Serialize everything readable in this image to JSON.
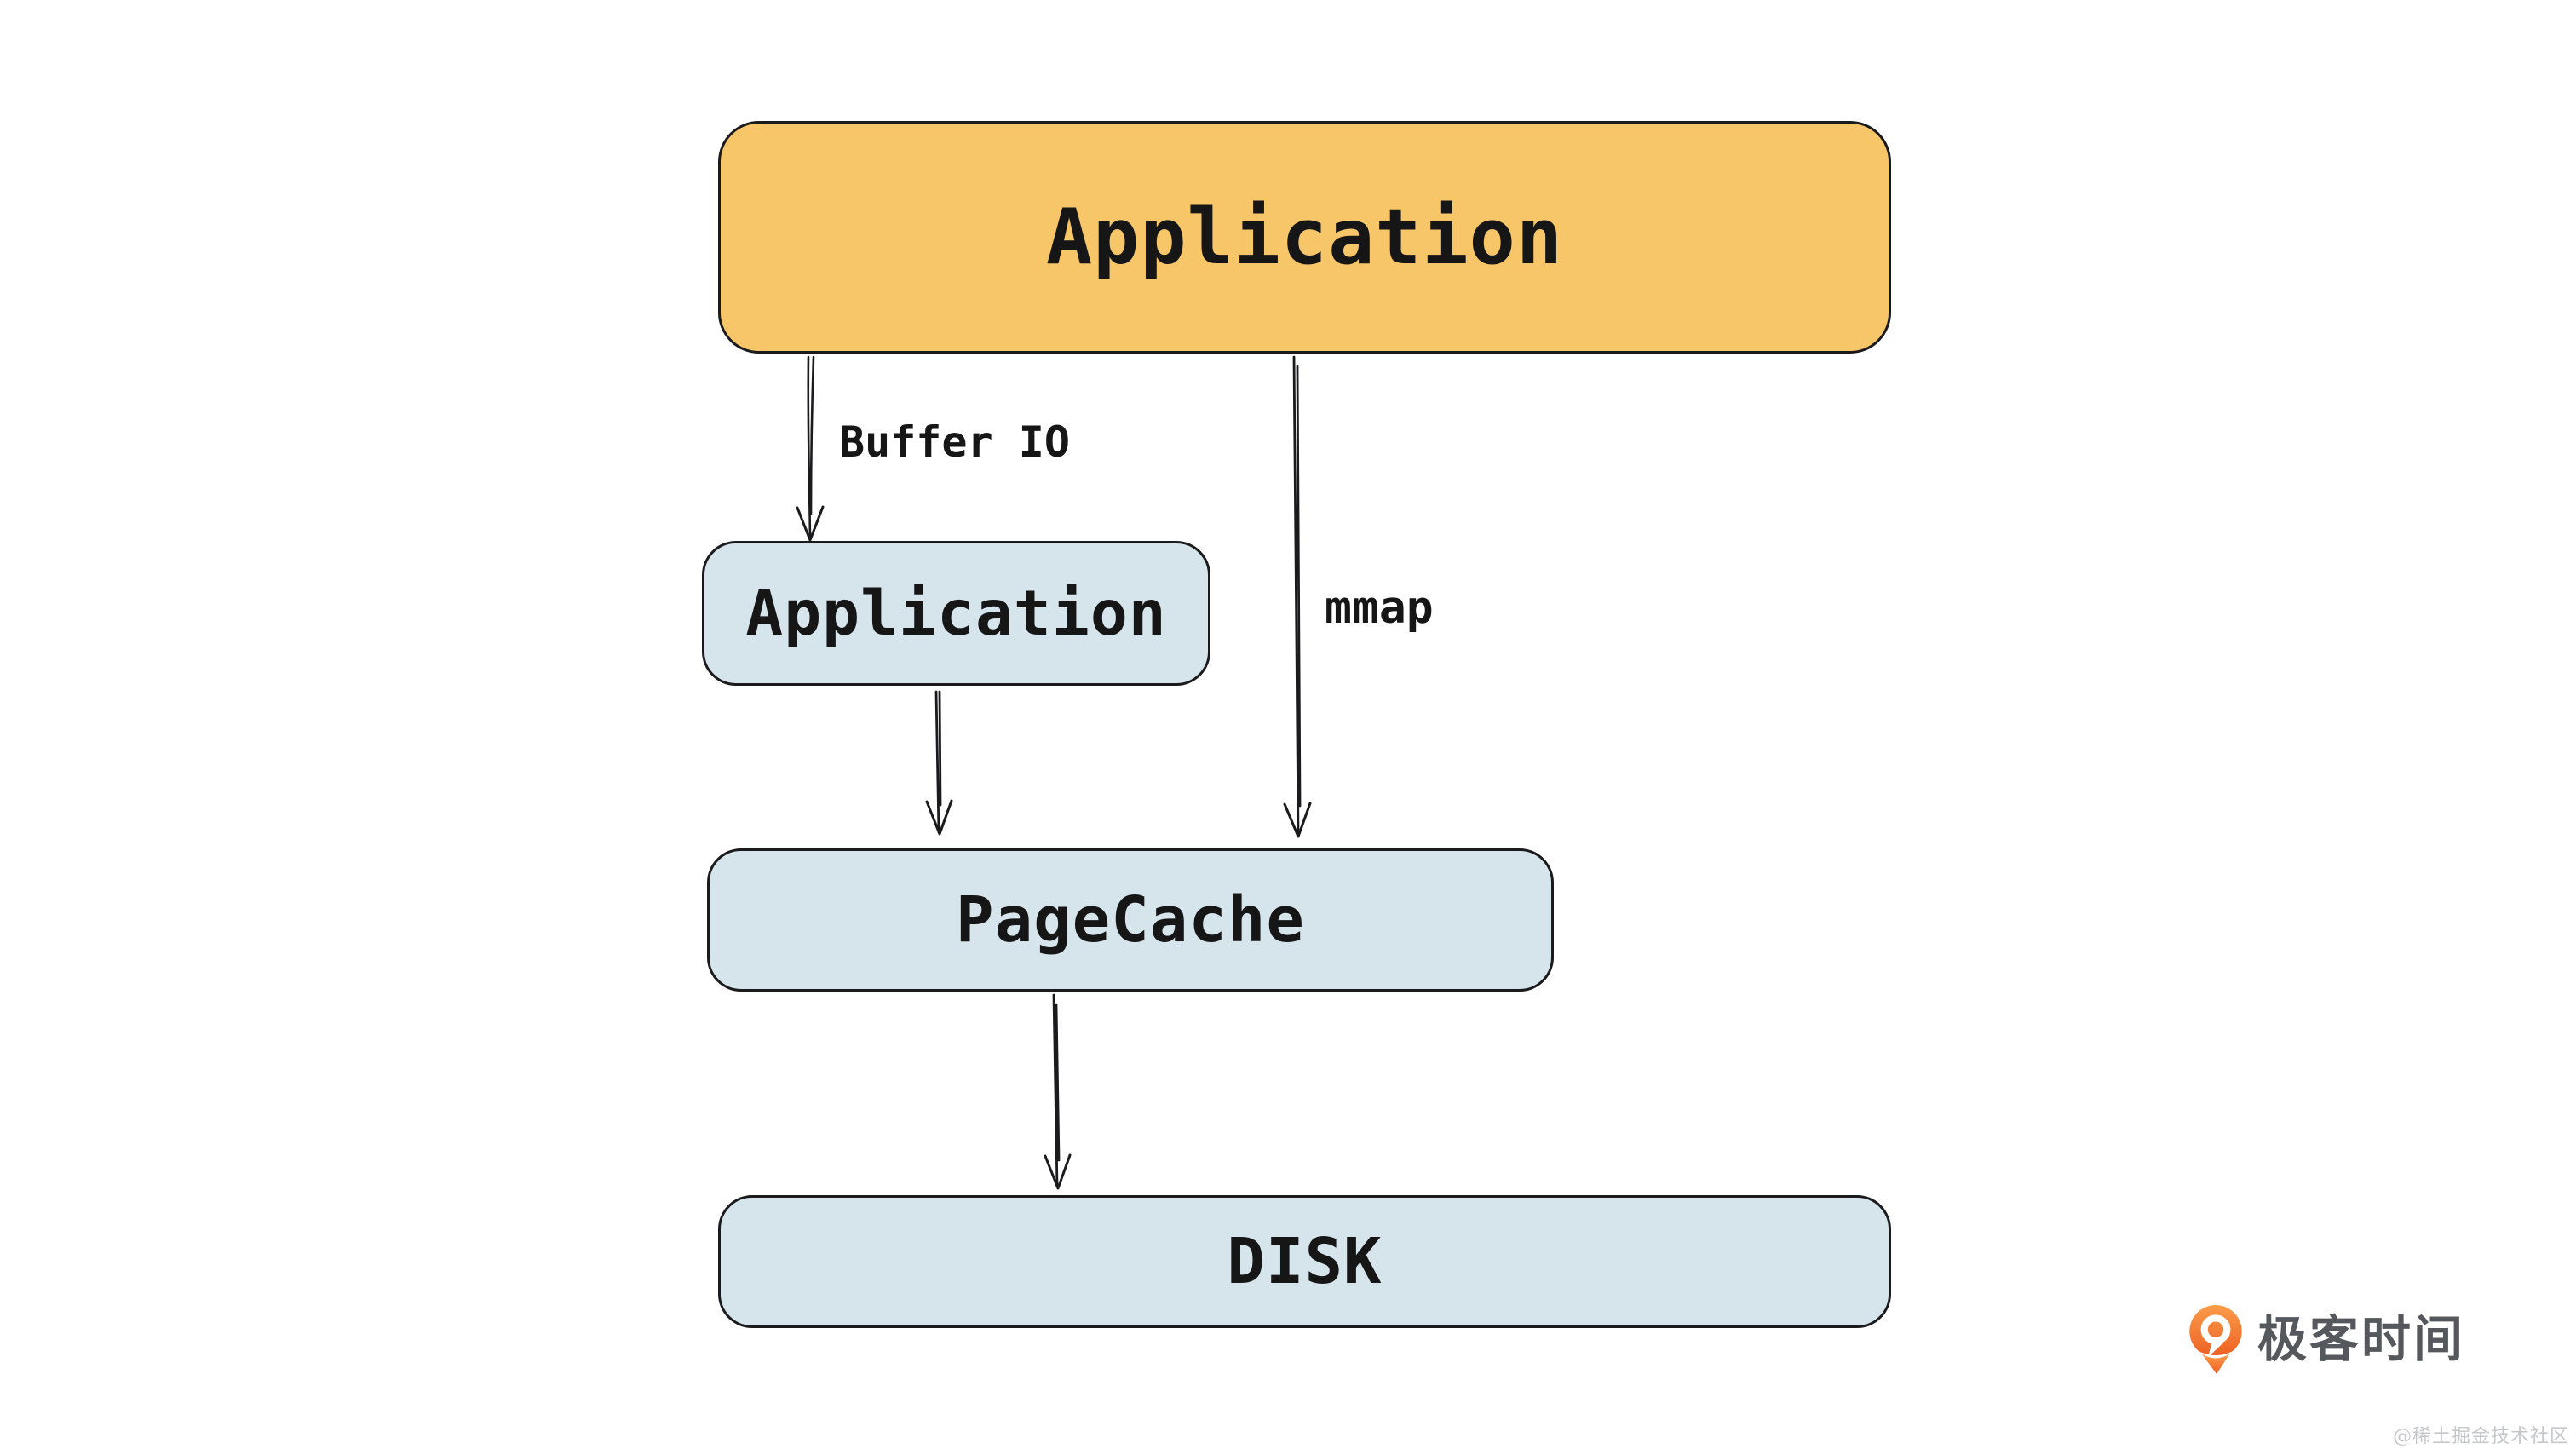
{
  "diagram": {
    "nodes": {
      "application_top": {
        "label": "Application",
        "fill": "#f7c669"
      },
      "application_buffered": {
        "label": "Application",
        "fill": "#d6e4ec"
      },
      "pagecache": {
        "label": "PageCache",
        "fill": "#d6e4ec"
      },
      "disk": {
        "label": "DISK",
        "fill": "#d6e4ec"
      }
    },
    "edge_labels": {
      "buffer_io": "Buffer IO",
      "mmap": "mmap"
    },
    "colors": {
      "node_orange": "#f7c669",
      "node_blue": "#d6e4ec",
      "stroke": "#1b1b1e",
      "text": "#161616"
    }
  },
  "branding": {
    "logo_text": "极客时间",
    "logo_orange_top": "#fa9d4b",
    "logo_orange_bottom": "#ee5f23",
    "text_color": "#55585d"
  },
  "watermark": {
    "text": "@稀土掘金技术社区",
    "color": "#c6c7ca"
  }
}
